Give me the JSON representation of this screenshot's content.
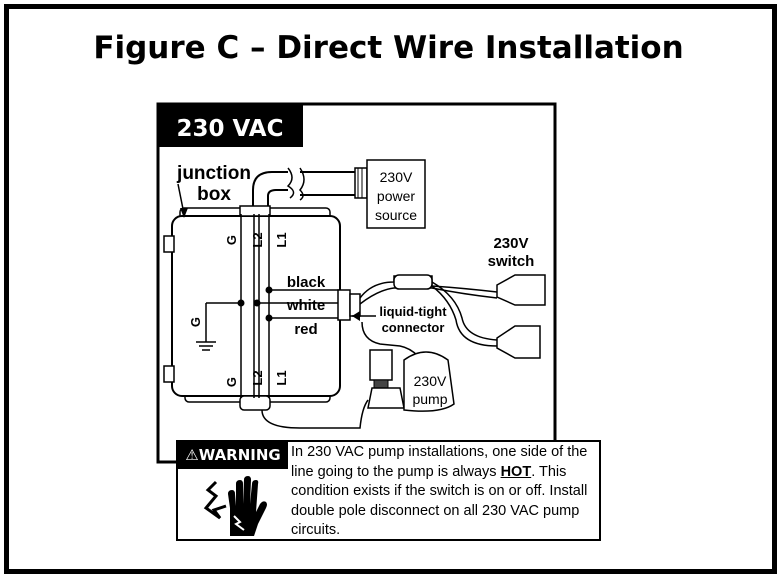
{
  "title": "Figure C – Direct Wire Installation",
  "panel": {
    "voltage_label": "230 VAC"
  },
  "labels": {
    "junction_box_line1": "junction",
    "junction_box_line2": "box",
    "power_source_line1": "230V",
    "power_source_line2": "power",
    "power_source_line3": "source",
    "switch_line1": "230V",
    "switch_line2": "switch",
    "pump_line1": "230V",
    "pump_line2": "pump",
    "connector_line1": "liquid-tight",
    "connector_line2": "connector",
    "wire_black": "black",
    "wire_white": "white",
    "wire_red": "red",
    "terminal_g": "G",
    "terminal_l2": "L2",
    "terminal_l1": "L1",
    "ground": "G"
  },
  "warning": {
    "heading": "WARNING",
    "text_before": "In 230 VAC pump installations, one side of the line going to the pump is always ",
    "hot_word": "HOT",
    "text_after": ". This condition exists if the switch is on or off. Install double pole disconnect on all 230 VAC pump circuits."
  }
}
